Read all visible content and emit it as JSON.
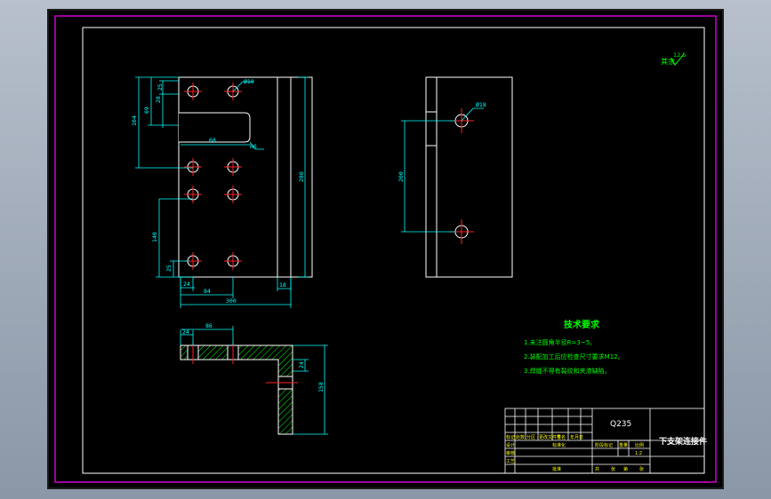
{
  "roughness_note": {
    "prefix": "其余",
    "value": "12.5"
  },
  "dimensions": {
    "front": {
      "d1": "Ø10",
      "d2": "R6",
      "v1": "104",
      "v2": "25",
      "v3": "69",
      "v4": "28",
      "v5": "280",
      "v6": "140",
      "v7": "25",
      "h1": "68",
      "h2": "24",
      "h3": "84",
      "h4": "18",
      "h5": "300"
    },
    "side": {
      "d1": "Ø18",
      "v1": "200"
    },
    "bottom": {
      "h1": "24",
      "h2": "86",
      "v1": "24",
      "v2": "158"
    }
  },
  "tech_requirements": {
    "title": "技术要求",
    "items": [
      "1.未注圆角半径R=3~5。",
      "2.装配加工后应检查尺寸要求M12。",
      "3.焊缝不得有裂纹和夹渣缺陷。"
    ]
  },
  "title_block": {
    "material": "Q235",
    "part_name": "下支架连接件",
    "labels": {
      "mark": "标记",
      "count": "处数",
      "zone": "分区",
      "change_doc": "更改文件号",
      "signature": "签名",
      "date": "年月日",
      "designer": "设计",
      "standardization": "标准化",
      "reviewer": "审核",
      "process": "工艺",
      "approve": "批准",
      "stage_mark": "阶段标记",
      "weight": "重量",
      "scale": "比例",
      "scale_value": "1:2",
      "total": "共",
      "sheet": "张",
      "no": "第"
    }
  }
}
